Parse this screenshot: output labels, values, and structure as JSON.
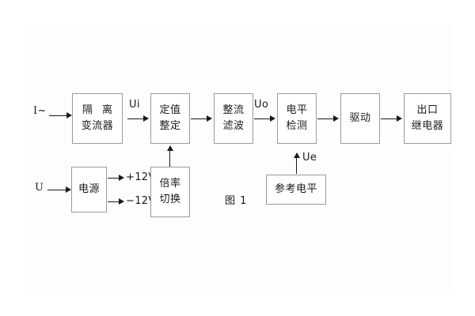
{
  "figure": {
    "caption": "图 1",
    "background_color": "#ffffff",
    "panel_color": "#fdfdfd",
    "box_border_color": "#9a9a9a",
    "line_color": "#1a1a1a"
  },
  "inputs": {
    "current_input_label": "I~",
    "voltage_input_label": "U"
  },
  "signals": {
    "ui": "Ui",
    "uo": "Uo",
    "ue": "Ue"
  },
  "power_rails": {
    "positive": "+12V",
    "negative": "−12V"
  },
  "blocks": {
    "isolation_transformer": {
      "line1": "隔 离",
      "line2": "变流器"
    },
    "setting_adjust": {
      "line1": "定值",
      "line2": "整定"
    },
    "rectifier_filter": {
      "line1": "整流",
      "line2": "滤波"
    },
    "level_detect": {
      "line1": "电平",
      "line2": "检测"
    },
    "driver": {
      "line1": "驱动"
    },
    "output_relay": {
      "line1": "出口",
      "line2": "继电器"
    },
    "power_supply": {
      "line1": "电源"
    },
    "multiplier_switch": {
      "line1": "倍率",
      "line2": "切换"
    },
    "reference_level": {
      "line1": "参考电平"
    }
  }
}
